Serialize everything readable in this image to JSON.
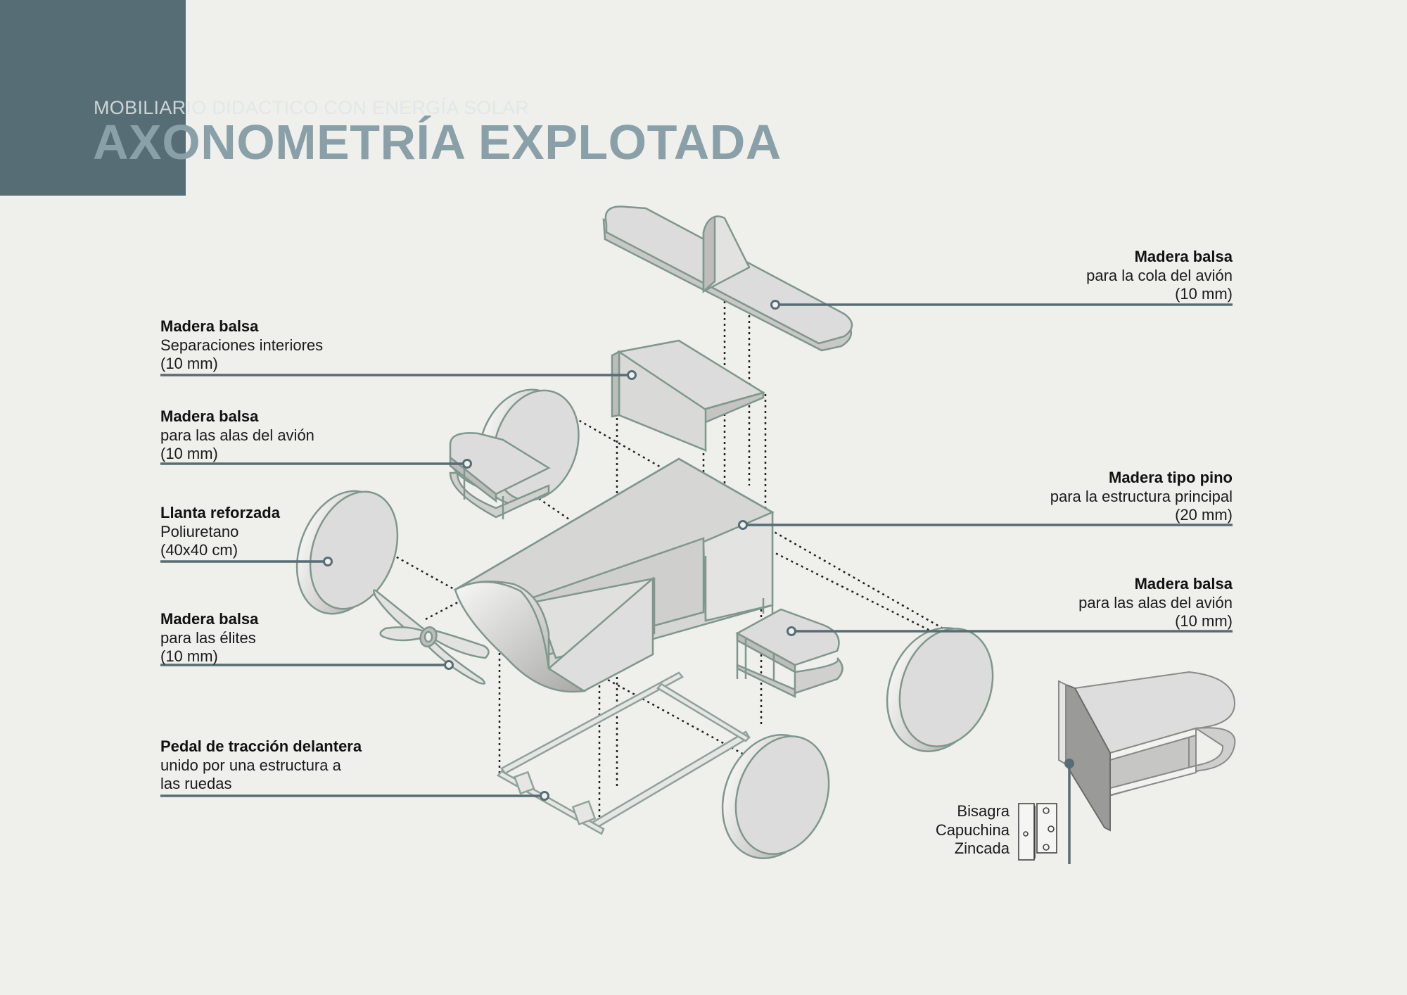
{
  "header": {
    "subtitle": "MOBILIARIO DIDACTICO CON ENERGÍA SOLAR",
    "title": "AXONOMETRÍA EXPLOTADA"
  },
  "colors": {
    "accent_block": "#566d75",
    "title": "#8aa0a8",
    "leader_line": "#566d75",
    "part_fill": "#dcdcdc",
    "part_stroke": "#7f978c",
    "background": "#efefeb"
  },
  "labels": {
    "separaciones": {
      "title": "Madera balsa",
      "line1": "Separaciones interiores",
      "line2": "(10 mm)"
    },
    "alas_izq": {
      "title": "Madera balsa",
      "line1": "para las alas del avión",
      "line2": "(10 mm)"
    },
    "llanta": {
      "title": "Llanta reforzada",
      "line1": "Poliuretano",
      "line2": "(40x40 cm)"
    },
    "elites": {
      "title": "Madera balsa",
      "line1": "para las élites",
      "line2": "(10 mm)"
    },
    "pedal": {
      "title": "Pedal de tracción delantera",
      "line1": "unido por una estructura a",
      "line2": "las ruedas"
    },
    "cola": {
      "title": "Madera balsa",
      "line1": "para la cola del avión",
      "line2": "(10 mm)"
    },
    "estructura": {
      "title": "Madera tipo pino",
      "line1": "para la estructura principal",
      "line2": "(20 mm)"
    },
    "alas_der": {
      "title": "Madera balsa",
      "line1": "para las alas del avión",
      "line2": "(10 mm)"
    },
    "bisagra": {
      "line1": "Bisagra",
      "line2": "Capuchina",
      "line3": "Zincada"
    }
  }
}
